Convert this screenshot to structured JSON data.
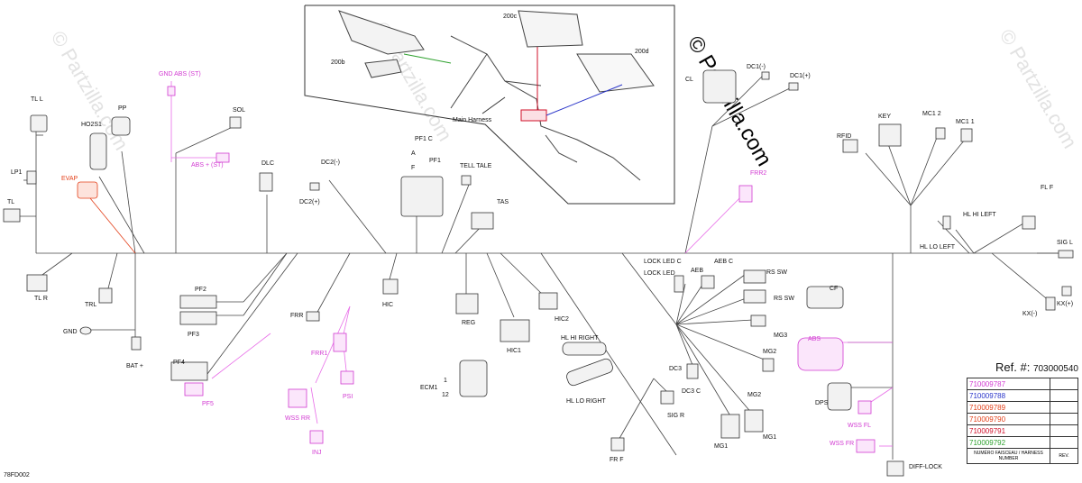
{
  "watermark": "© Partzilla.com",
  "inset": {
    "labels": [
      "200b",
      "200c",
      "200d",
      "Main Harness"
    ]
  },
  "connectors_black": [
    "TL L",
    "PP",
    "HO2S1",
    "LP1",
    "TL",
    "SOL",
    "DLC",
    "DC2(-)",
    "DC2(+)",
    "PF1 C",
    "A",
    "F",
    "PF1",
    "TELL TALE",
    "TAS",
    "CL",
    "DC1(-)",
    "DC1(+)",
    "RFID",
    "KEY",
    "MC1 2",
    "MC1 1",
    "FL F",
    "HL HI LEFT",
    "HL LO LEFT",
    "SIG L",
    "TL R",
    "TRL",
    "GND",
    "BAT +",
    "PF2",
    "PF3",
    "PF4",
    "FRR",
    "HIC",
    "REG",
    "HIC2",
    "HIC1",
    "ECM1",
    "1",
    "12",
    "HL HI RIGHT",
    "HL LO RIGHT",
    "LOCK LED C",
    "LOCK LED",
    "AEB",
    "AEB C",
    "RS SW",
    "RS SW",
    "MG3",
    "MG2",
    "MG2",
    "DC3",
    "DC3 C",
    "SIG R",
    "MG1",
    "MG1",
    "CF",
    "DPS",
    "FR F",
    "DIFF-LOCK",
    "KX(-)",
    "KX(+)"
  ],
  "connectors_pink": [
    "GND ABS (ST)",
    "ABS + (ST)",
    "FRR2",
    "FRR1",
    "PSI",
    "WSS RR",
    "INJ",
    "PF5",
    "ABS",
    "WSS FL",
    "WSS FR"
  ],
  "connectors_red": [
    "EVAP"
  ],
  "reference": {
    "prefix": "Ref. #:",
    "number": "703000540",
    "harness_numbers": [
      {
        "num": "710009787",
        "color": "#d13ad1"
      },
      {
        "num": "710009788",
        "color": "#2a35c9"
      },
      {
        "num": "710009789",
        "color": "#e3401a"
      },
      {
        "num": "710009790",
        "color": "#e3401a"
      },
      {
        "num": "710009791",
        "color": "#d0102a"
      },
      {
        "num": "710009792",
        "color": "#2ea12e"
      }
    ],
    "header_left": "NUMÉRO FAISCEAU / HARNESS NUMBER",
    "header_right": "REV."
  },
  "footnote": "78FD002"
}
